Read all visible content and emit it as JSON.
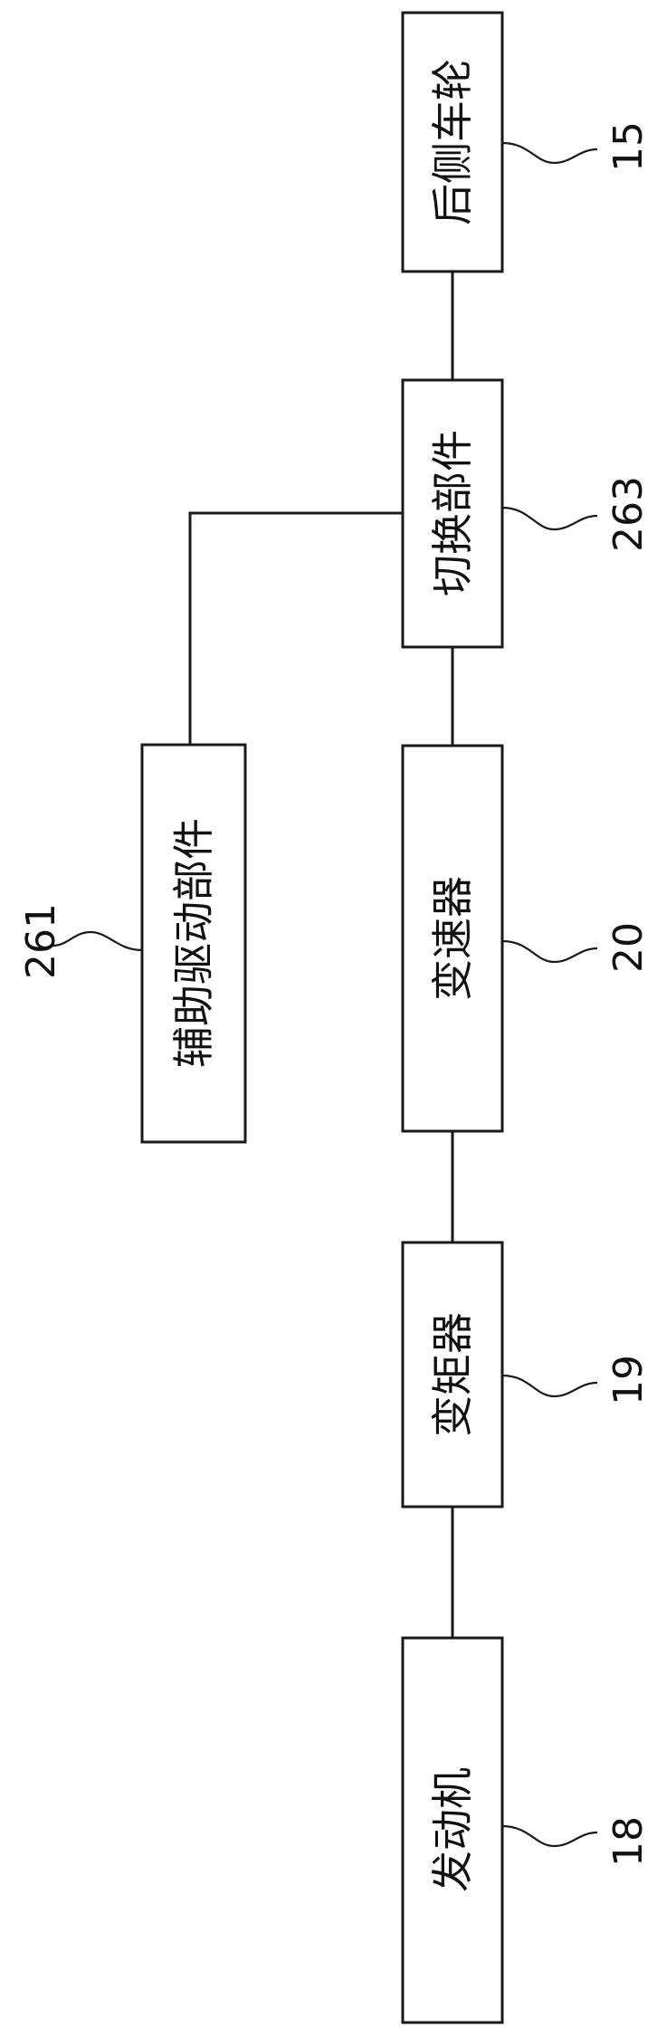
{
  "blocks": {
    "rear_wheel": {
      "label": "后侧车轮",
      "ref": "15"
    },
    "switching_part": {
      "label": "切换部件",
      "ref": "263"
    },
    "aux_drive_part": {
      "label": "辅助驱动部件",
      "ref": "261"
    },
    "transmission": {
      "label": "变速器",
      "ref": "20"
    },
    "torque_converter": {
      "label": "变矩器",
      "ref": "19"
    },
    "engine": {
      "label": "发动机",
      "ref": "18"
    }
  }
}
